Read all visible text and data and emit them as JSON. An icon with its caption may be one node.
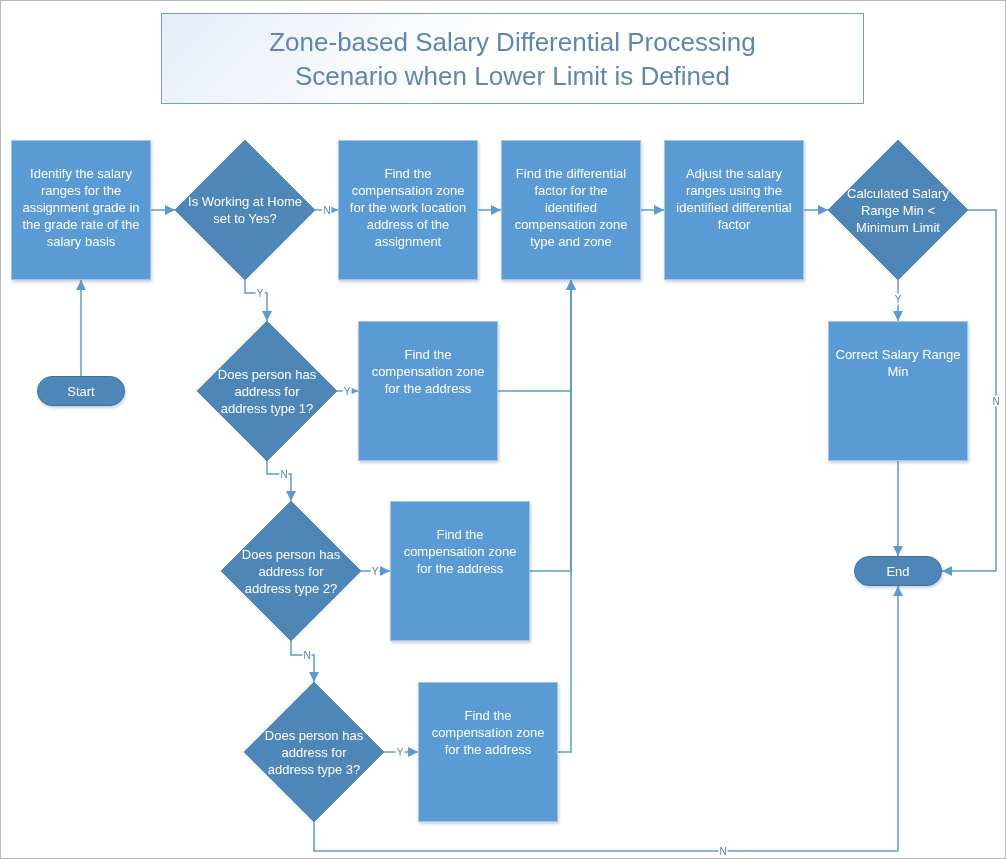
{
  "diagram": {
    "title": "Zone-based Salary Differential Processing Scenario when Lower Limit is Defined",
    "nodes": [
      {
        "text": [
          "Identify the salary ranges for the assignment grade in the grade rate of the salary basis"
        ]
      },
      {
        "text": [
          "Is Working at Home set to Yes?"
        ]
      },
      {
        "text": [
          "Find the compensation zone for the work location address of the assignment"
        ]
      },
      {
        "text": [
          "Find the differential factor for the identified compensation zone type and zone"
        ]
      },
      {
        "text": [
          "Adjust the salary ranges using the identified differential factor"
        ]
      },
      {
        "text": [
          "Calculated Salary Range Min < Minimum Limit"
        ]
      },
      {
        "text": [
          "Start"
        ]
      },
      {
        "text": [
          "Does person has address for address type 1?"
        ]
      },
      {
        "text": [
          "Find the compensation zone for the address"
        ]
      },
      {
        "text": [
          "Does person has address for address type 2?"
        ]
      },
      {
        "text": [
          "Find the compensation zone for the address"
        ]
      },
      {
        "text": [
          "Does person has address for address type 3?"
        ]
      },
      {
        "text": [
          "Find the compensation zone for the address"
        ]
      },
      {
        "text": [
          "Correct Salary Range Min"
        ]
      },
      {
        "text": [
          "End"
        ]
      }
    ],
    "edges": [
      {
        "from": 6,
        "to": 0,
        "arrow": "to"
      },
      {
        "from": 0,
        "to": 1,
        "arrow": "to"
      },
      {
        "from": 1,
        "to": 2,
        "arrow": "to",
        "label": "N"
      },
      {
        "from": 1,
        "to": 7,
        "arrow": "to",
        "label": "Y"
      },
      {
        "from": 2,
        "to": 3,
        "arrow": "to"
      },
      {
        "from": 3,
        "to": 4,
        "arrow": "to"
      },
      {
        "from": 4,
        "to": 5,
        "arrow": "to"
      },
      {
        "from": 7,
        "to": 8,
        "arrow": "to",
        "label": "Y"
      },
      {
        "from": 8,
        "to": 3,
        "arrow": "to"
      },
      {
        "from": 7,
        "to": 9,
        "arrow": "to",
        "label": "N"
      },
      {
        "from": 9,
        "to": 10,
        "arrow": "to",
        "label": "Y"
      },
      {
        "from": 10,
        "to": 3,
        "arrow": "to"
      },
      {
        "from": 9,
        "to": 11,
        "arrow": "to",
        "label": "N"
      },
      {
        "from": 11,
        "to": 12,
        "arrow": "to",
        "label": "Y"
      },
      {
        "from": 12,
        "to": 3,
        "arrow": "to"
      },
      {
        "from": 5,
        "to": 13,
        "arrow": "to",
        "label": "Y"
      },
      {
        "from": 5,
        "to": 14,
        "arrow": "to",
        "label": "N"
      },
      {
        "from": 13,
        "to": 14,
        "arrow": "to"
      },
      {
        "from": 11,
        "to": 14,
        "arrow": "to",
        "label": "N"
      }
    ]
  }
}
